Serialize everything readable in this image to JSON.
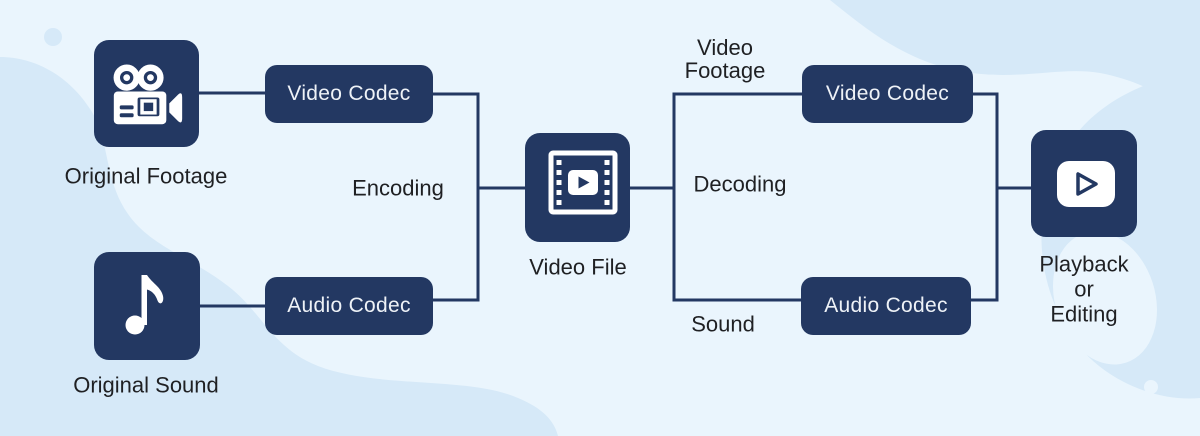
{
  "colors": {
    "navy": "#233862",
    "background": "#eaf5fd",
    "blob": "#d6e9f8",
    "box_text": "#eef2f7",
    "label_text": "#1f2023"
  },
  "nodes": {
    "original_footage": {
      "label": "Original Footage",
      "icon": "video-camera-icon"
    },
    "original_sound": {
      "label": "Original Sound",
      "icon": "music-note-icon"
    },
    "video_file": {
      "label": "Video File",
      "icon": "film-play-icon"
    },
    "playback": {
      "label_lines": [
        "Playback",
        "or",
        "Editing"
      ],
      "icon": "play-button-icon"
    }
  },
  "codecs": {
    "encode_video": "Video Codec",
    "encode_audio": "Audio Codec",
    "decode_video": "Video Codec",
    "decode_audio": "Audio Codec"
  },
  "stage_labels": {
    "encoding": "Encoding",
    "decoding": "Decoding",
    "video_footage_lines": [
      "Video",
      "Footage"
    ],
    "sound": "Sound"
  }
}
